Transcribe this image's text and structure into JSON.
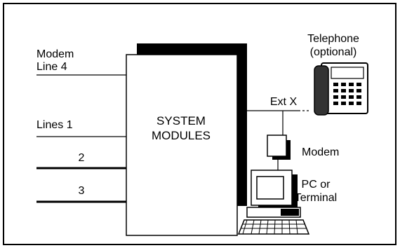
{
  "labels": {
    "modem_line": "Modem",
    "line4": "Line 4",
    "lines1": "Lines 1",
    "line2": "2",
    "line3": "3",
    "system": "SYSTEM",
    "modules": "MODULES",
    "ext_x": "Ext X",
    "telephone": "Telephone",
    "optional": "(optional)",
    "modem": "Modem",
    "pc_or": "PC or",
    "terminal": "Terminal"
  },
  "colors": {
    "ink": "#000000",
    "background": "#ffffff"
  }
}
